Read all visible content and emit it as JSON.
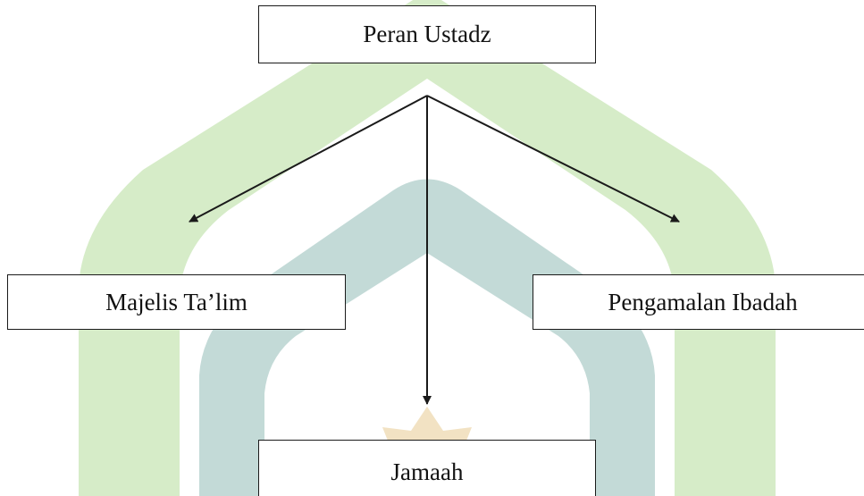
{
  "diagram": {
    "nodes": {
      "root": "Peran Ustadz",
      "left": "Majelis Ta’lim",
      "right": "Pengamalan Ibadah",
      "bottom": "Jamaah"
    },
    "edges": [
      {
        "from": "root",
        "to": "left"
      },
      {
        "from": "root",
        "to": "right"
      },
      {
        "from": "root",
        "to": "bottom"
      }
    ]
  },
  "colors": {
    "watermark_green": "#d6ecc8",
    "watermark_teal": "#c3dad7",
    "watermark_gold": "#f2e2c3",
    "line": "#1a1a1a"
  }
}
